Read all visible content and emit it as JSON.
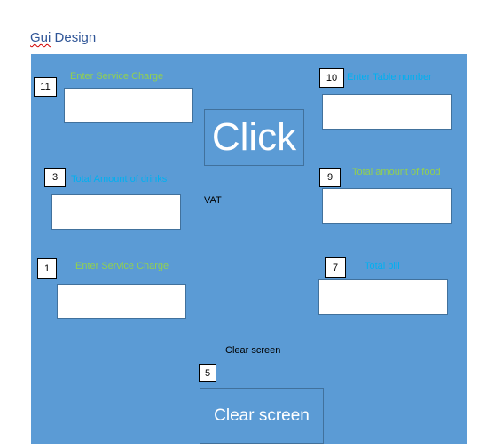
{
  "document": {
    "title_word1": "Gui",
    "title_word2": "Design"
  },
  "form": {
    "service_charge_top": {
      "number": "11",
      "label": "Enter Service Charge",
      "value": ""
    },
    "table_number": {
      "number": "10",
      "label": "Enter Table number",
      "value": ""
    },
    "click_button": {
      "label": "Click"
    },
    "drinks_total": {
      "number": "3",
      "label": "Total Amount of drinks",
      "value": ""
    },
    "vat": {
      "label": "VAT"
    },
    "food_total": {
      "number": "9",
      "label": "Total amount of food",
      "value": ""
    },
    "service_charge_bottom": {
      "number": "1",
      "label": "Enter Service Charge",
      "value": ""
    },
    "total_bill": {
      "number": "7",
      "label": "Total bill",
      "value": ""
    },
    "clear": {
      "caption": "Clear screen",
      "number": "5",
      "button_label": "Clear screen"
    }
  },
  "colors": {
    "canvas": "#5b9bd5",
    "green_label": "#92d050",
    "cyan_label": "#00b0f0",
    "title": "#2f5597"
  }
}
